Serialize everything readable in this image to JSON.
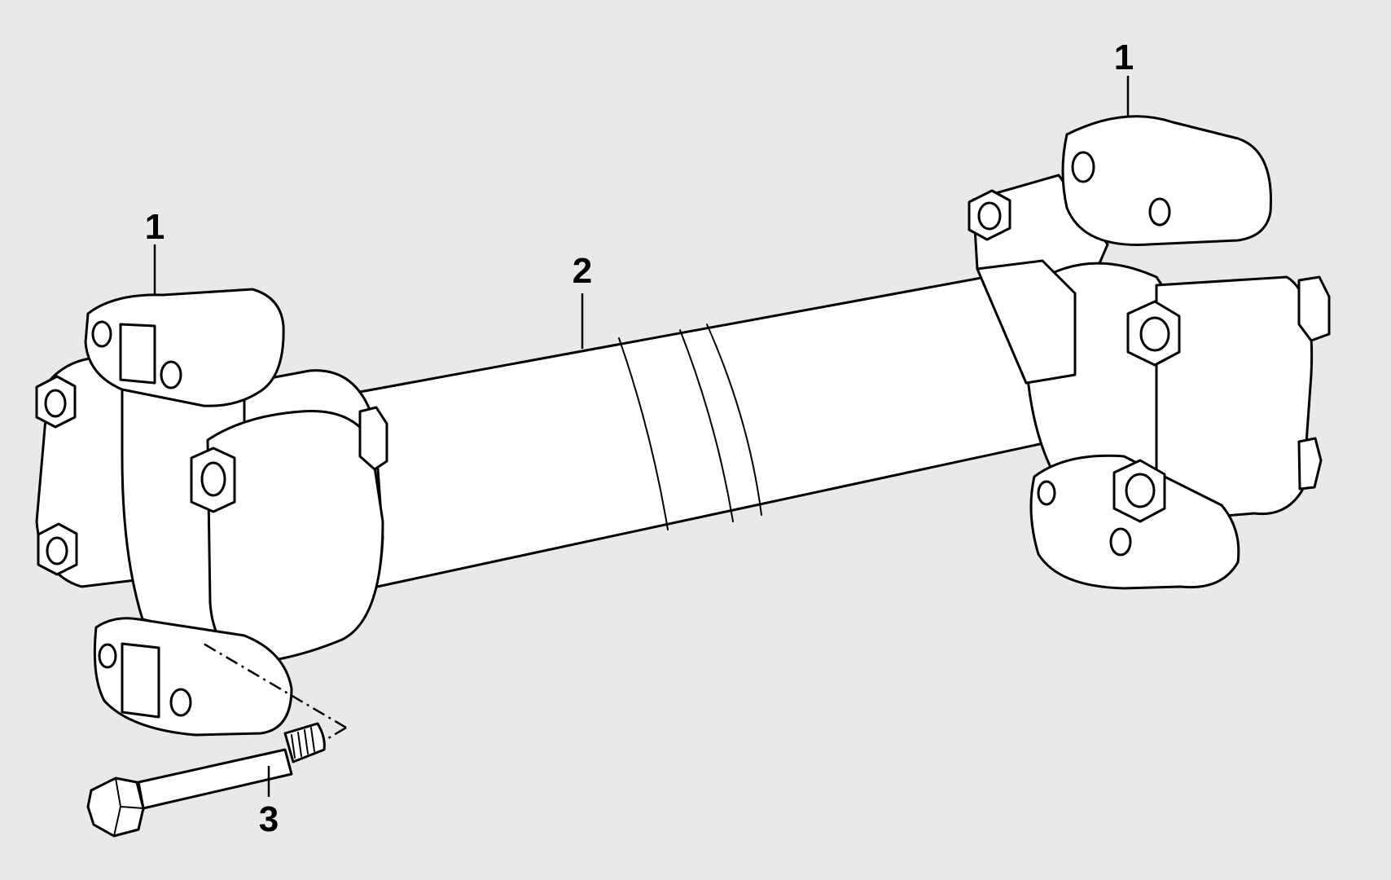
{
  "callouts": {
    "yoke_left": "1",
    "yoke_right": "1",
    "shaft": "2",
    "bolt": "3"
  },
  "colors": {
    "background": "#e9e9e9",
    "line": "#000000",
    "fill": "#ffffff"
  }
}
